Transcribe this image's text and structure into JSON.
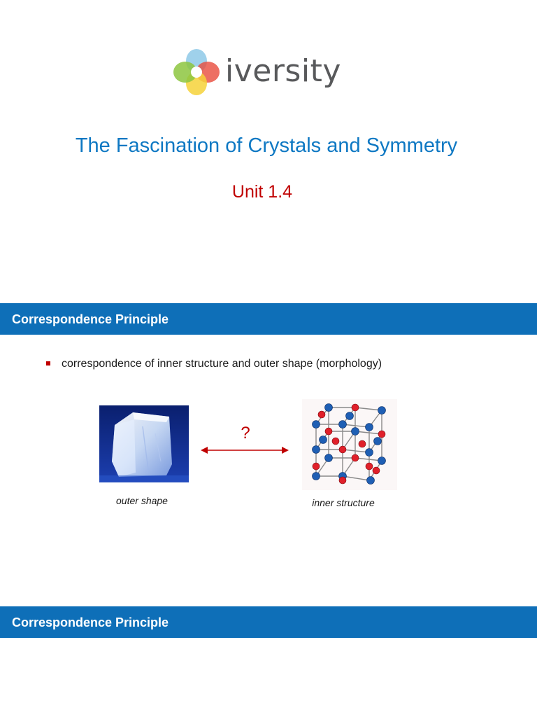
{
  "title_slide": {
    "logo_text": "iversity",
    "course_title": "The Fascination of Crystals and Symmetry",
    "unit": "Unit 1.4"
  },
  "content_slide": {
    "header": "Correspondence Principle",
    "bullets": [
      "correspondence of inner structure and outer shape (morphology)"
    ],
    "question_mark": "?",
    "outer_caption": "outer shape",
    "inner_caption": "inner structure"
  },
  "next_slide": {
    "header": "Correspondence Principle"
  },
  "colors": {
    "header_bar": "#0e6fb8",
    "title_blue": "#0e78c3",
    "accent_red": "#c00000",
    "atom_blue": "#1f5fb4",
    "atom_red": "#e0202a"
  },
  "icons": [
    "iversity-logo-icon",
    "bullet-square-icon",
    "double-arrow-icon"
  ]
}
